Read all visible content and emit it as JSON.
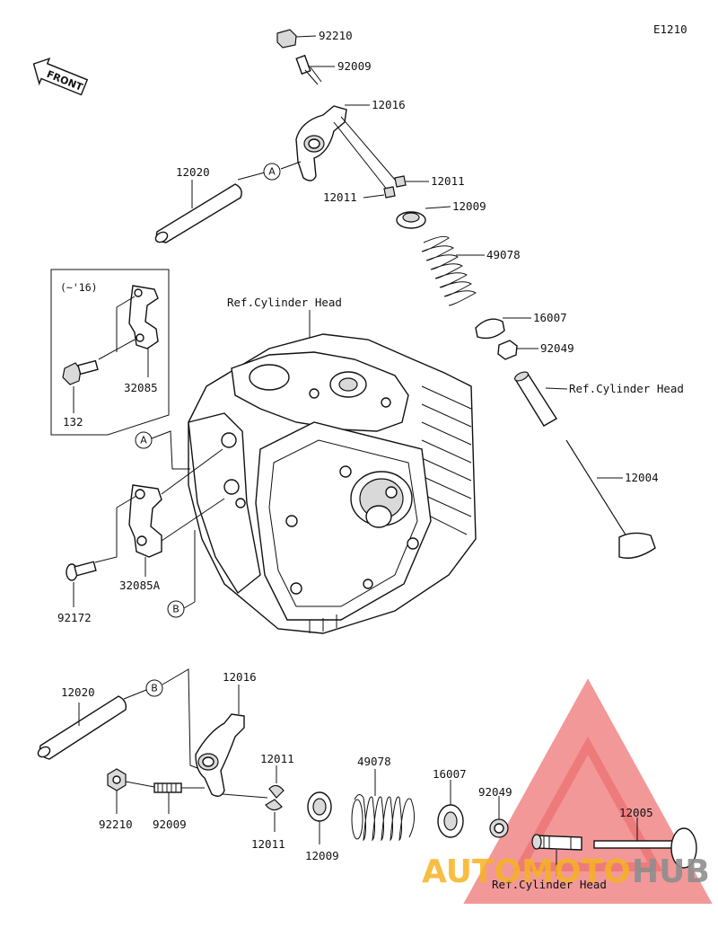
{
  "diagram_code": "E1210",
  "front_label": "FRONT",
  "inset_label": "(~'16)",
  "watermark": {
    "part1": "AUTOMOTO",
    "part2": "HUB",
    "color_red": "#e84545",
    "color_yellow": "#f6b323",
    "color_gray": "#8e8e8e"
  },
  "callouts": {
    "A": "A",
    "B": "B"
  },
  "refs": {
    "cylinder_head_top": "Ref.Cylinder Head",
    "cylinder_head_guide": "Ref.Cylinder Head",
    "cylinder_head_bottom": "Ref.Cylinder Head"
  },
  "parts": {
    "p92210_top": "92210",
    "p92009_top": "92009",
    "p12016_top": "12016",
    "p12011_top_r": "12011",
    "p12011_top_l": "12011",
    "p12009_top": "12009",
    "p49078_top": "49078",
    "p16007_top": "16007",
    "p92049_top": "92049",
    "p12004": "12004",
    "p12020_top": "12020",
    "p32085": "32085",
    "p132": "132",
    "p32085A": "32085A",
    "p92172": "92172",
    "p12020_bot": "12020",
    "p12016_bot": "12016",
    "p12011_bot_t": "12011",
    "p12011_bot_b": "12011",
    "p92210_bot": "92210",
    "p92009_bot": "92009",
    "p12009_bot": "12009",
    "p49078_bot": "49078",
    "p16007_bot": "16007",
    "p92049_bot": "92049",
    "p12005": "12005"
  }
}
